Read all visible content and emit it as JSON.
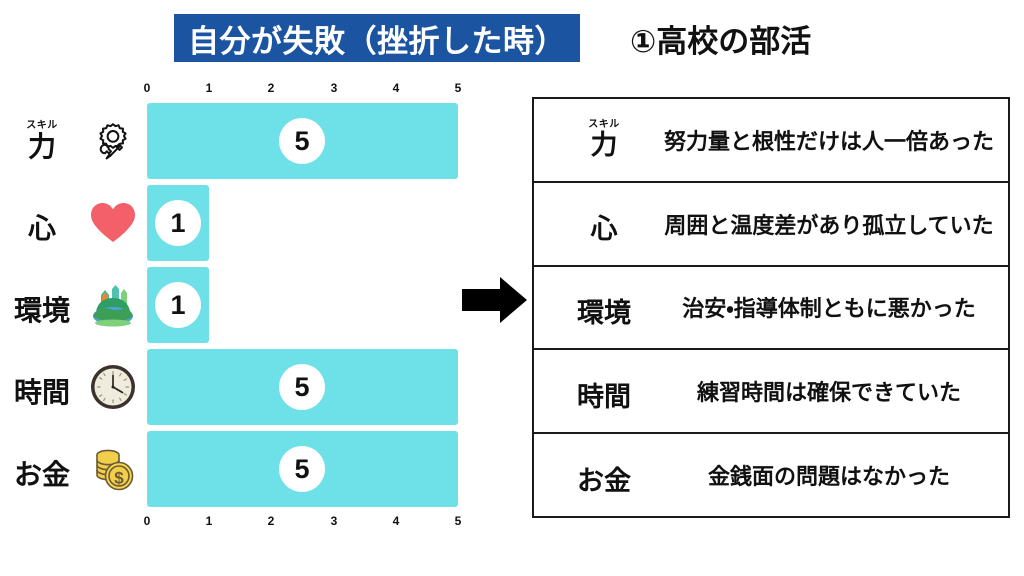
{
  "header": {
    "banner_title": "自分が失敗（挫折した時）",
    "suffix_title": "①高校の部活",
    "banner_bg": "#1B54A0",
    "banner_fg": "#FFFFFF"
  },
  "chart_data": {
    "type": "bar",
    "orientation": "horizontal",
    "title": "自分が失敗（挫折した時）",
    "xlabel": "",
    "ylabel": "",
    "xlim": [
      0,
      5
    ],
    "ticks": [
      "0",
      "1",
      "2",
      "3",
      "4",
      "5"
    ],
    "grid": false,
    "legend": "none",
    "bar_color": "#6DE0E8",
    "value_label_color": "#FFFFFF",
    "categories": [
      "力",
      "心",
      "環境",
      "時間",
      "お金"
    ],
    "values": [
      5,
      1,
      1,
      5,
      5
    ],
    "rows": [
      {
        "label": "力",
        "ruby": "スキル",
        "icon": "gear-wrench-icon",
        "glyph": "⚙",
        "value": 5,
        "value_text": "5"
      },
      {
        "label": "心",
        "ruby": "",
        "icon": "heart-icon",
        "glyph": "❤",
        "value": 1,
        "value_text": "1"
      },
      {
        "label": "環境",
        "ruby": "",
        "icon": "landscape-icon",
        "glyph": "🏞",
        "value": 1,
        "value_text": "1"
      },
      {
        "label": "時間",
        "ruby": "",
        "icon": "clock-icon",
        "glyph": "🕐",
        "value": 5,
        "value_text": "5"
      },
      {
        "label": "お金",
        "ruby": "",
        "icon": "coins-icon",
        "glyph": "🪙",
        "value": 5,
        "value_text": "5"
      }
    ]
  },
  "arrow": {
    "icon": "right-arrow-icon",
    "color": "#000000"
  },
  "detail_table": {
    "rows": [
      {
        "key": "力",
        "ruby": "スキル",
        "text": "努力量と根性だけは人一倍あった"
      },
      {
        "key": "心",
        "ruby": "",
        "text": "周囲と温度差があり孤立していた"
      },
      {
        "key": "環境",
        "ruby": "",
        "text": "治安・指導体制ともに悪かった"
      },
      {
        "key": "時間",
        "ruby": "",
        "text": "練習時間は確保できていた"
      },
      {
        "key": "お金",
        "ruby": "",
        "text": "金銭面の問題はなかった"
      }
    ]
  }
}
